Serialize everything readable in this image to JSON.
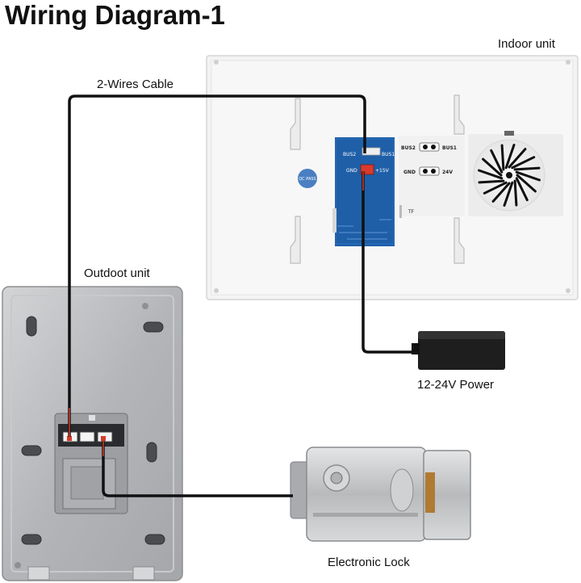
{
  "title": "Wiring Diagram-1",
  "labels": {
    "indoor_unit": "Indoor unit",
    "outdoor_unit": "Outdoot unit",
    "cable": "2-Wires Cable",
    "power": "12-24V Power",
    "lock": "Electronic Lock"
  },
  "indoor_board": {
    "bus2": "BUS2",
    "bus1": "BUS1",
    "gnd": "GND",
    "v15": "+15V",
    "bus_right_1": "BUS2",
    "bus_right_2": "BUS1",
    "gnd_right": "GND",
    "v24": "24V",
    "tf": "TF",
    "qc_sticker": "QC PASS"
  },
  "colors": {
    "wire": "#111111",
    "board": "#1f5fa8",
    "terminal_red": "#d93a2b",
    "panel_white": "#f2f2f2",
    "panel_silver": "#b9bbbe",
    "lock_metal": "#c9cbcd"
  }
}
